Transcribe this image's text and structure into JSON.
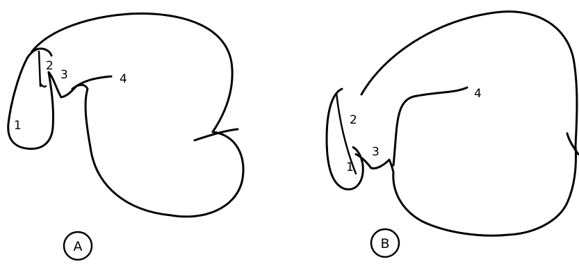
{
  "figures": [
    {
      "panel_label": "A",
      "markers": [
        "1",
        "2",
        "3",
        "4"
      ]
    },
    {
      "panel_label": "B",
      "markers": [
        "1",
        "2",
        "3",
        "4"
      ]
    }
  ]
}
